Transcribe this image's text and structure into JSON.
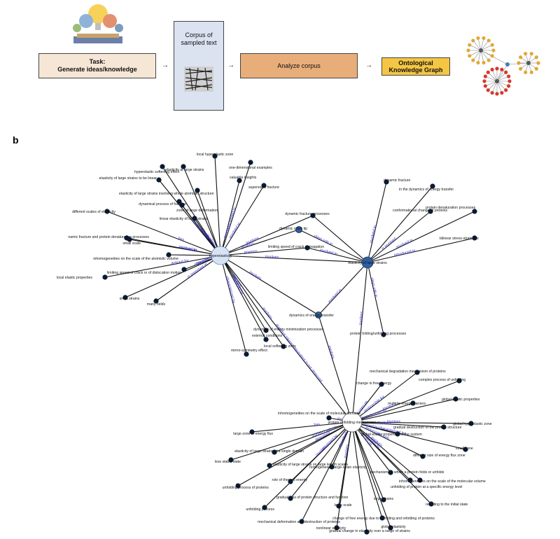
{
  "panel_a": {
    "task_line1": "Task:",
    "task_line2": "Generate ideas/knowledge",
    "corpus_line1": "Corpus of",
    "corpus_line2": "sampled text",
    "analyze": "Analyze corpus",
    "okg_line1": "Ontological",
    "okg_line2": "Knowledge Graph",
    "arrow": "→"
  },
  "panel_b_label": "b",
  "colors": {
    "hub": "#d6e3f5",
    "mid": "#2f5f9e",
    "node": "#0b1a33",
    "edge_label": "#3333cc"
  },
  "nodes": [
    {
      "id": "hyper",
      "label": "hyperelasticity",
      "kind": "hub-light"
    },
    {
      "id": "elas",
      "label": "elasticity of large strains",
      "kind": "hub-dark"
    },
    {
      "id": "pu",
      "label": "protein unfolding mechanisms",
      "kind": "hub-white"
    },
    {
      "id": "n1",
      "label": "local hyperelastic zone"
    },
    {
      "id": "n2",
      "label": "elasticity at large strains"
    },
    {
      "id": "n3",
      "label": "hyperelastic softening effect"
    },
    {
      "id": "n4",
      "label": "one-dimensional examples"
    },
    {
      "id": "n5",
      "label": "valuable insights"
    },
    {
      "id": "n6",
      "label": "elasticity of large strains to be linear"
    },
    {
      "id": "n7",
      "label": "supersonic fracture"
    },
    {
      "id": "n8",
      "label": "elasticity of large strains involving whole atomistic structure"
    },
    {
      "id": "n9",
      "label": "dynamical process of fracture"
    },
    {
      "id": "n10",
      "label": "zone of large deformation"
    },
    {
      "id": "n11",
      "label": "different scales of elasticity"
    },
    {
      "id": "n12",
      "label": "linear elasticity of large strains"
    },
    {
      "id": "n13",
      "label": "dynamic fracture processes"
    },
    {
      "id": "n14",
      "label": "dynamic crack tip"
    },
    {
      "id": "n15",
      "label": "namic fracture and protein denaturation processes"
    },
    {
      "id": "n16",
      "label": "small scale"
    },
    {
      "id": "n17",
      "label": "limiting speed of crack propagation"
    },
    {
      "id": "n18",
      "label": "inhomogeneities on the scale of the atomistic volume"
    },
    {
      "id": "n19",
      "label": "limiting speed of crack or of dislocation motion"
    },
    {
      "id": "n20",
      "label": "local elastic properties"
    },
    {
      "id": "n21",
      "label": "small strains"
    },
    {
      "id": "n22",
      "label": "many fields"
    },
    {
      "id": "n23",
      "label": "dynamic fracture"
    },
    {
      "id": "n24",
      "label": "in the dynamics of energy transfer"
    },
    {
      "id": "n25",
      "label": "conformational change of proteins"
    },
    {
      "id": "n26",
      "label": "protein denaturation processes"
    },
    {
      "id": "n27",
      "label": "bilinear stress-strain law"
    },
    {
      "id": "n28",
      "label": "dynamics of energy transfer"
    },
    {
      "id": "n29",
      "label": "dynamics of energy minimization processes"
    },
    {
      "id": "n30",
      "label": "external conditions"
    },
    {
      "id": "n31",
      "label": "local softening zone"
    },
    {
      "id": "n32",
      "label": "mirror-symmetry effect"
    },
    {
      "id": "n33",
      "label": "protein folding/unfolding processes"
    },
    {
      "id": "n34",
      "label": "mechanical degradation mechanism of proteins"
    },
    {
      "id": "n35",
      "label": "change in free energy"
    },
    {
      "id": "n36",
      "label": "complex process of unfolding"
    },
    {
      "id": "n37",
      "label": "multiple energy barriers"
    },
    {
      "id": "n38",
      "label": "global elastic properties"
    },
    {
      "id": "n39",
      "label": "gradual destruction of the protein structure"
    },
    {
      "id": "n40",
      "label": "global hyperelastic zone"
    },
    {
      "id": "n41",
      "label": "global elastic properties of the system"
    },
    {
      "id": "n42",
      "label": "inhomogeneities on the scale of molecular domains"
    },
    {
      "id": "n43",
      "label": "large zone of energy flux"
    },
    {
      "id": "n44",
      "label": "elasticity of large strains of a single domain"
    },
    {
      "id": "n45",
      "label": "less stable state"
    },
    {
      "id": "n46",
      "label": "elasticity of large strains on large length scales"
    },
    {
      "id": "n47",
      "label": "role of thermal energy"
    },
    {
      "id": "n48",
      "label": "unfolding process of proteins"
    },
    {
      "id": "n49",
      "label": "small zone"
    },
    {
      "id": "n50",
      "label": "different size of energy flux zone"
    },
    {
      "id": "n51",
      "label": "homogeneous large-strain elasticity"
    },
    {
      "id": "n52",
      "label": "mechanism by which a protein folds or unfolds"
    },
    {
      "id": "n53",
      "label": "inhomogeneities on the scale of the molecular volume"
    },
    {
      "id": "n54",
      "label": "unfolding of protein at a specific energy level"
    },
    {
      "id": "n55",
      "label": "gradual loss of protein structure and function"
    },
    {
      "id": "n56",
      "label": "unfolding process"
    },
    {
      "id": "n57",
      "label": "large scale"
    },
    {
      "id": "n58",
      "label": "large strains"
    },
    {
      "id": "n59",
      "label": "refolding to the initial state"
    },
    {
      "id": "n60",
      "label": "mechanical deformation and destruction of proteins"
    },
    {
      "id": "n61",
      "label": "change of free energy due to unfolding and refolding of proteins"
    },
    {
      "id": "n62",
      "label": "nonlinear elasticity"
    },
    {
      "id": "n63",
      "label": "global elasticity"
    },
    {
      "id": "n64",
      "label": "gradual change in elasticity over a range of strains"
    }
  ],
  "edge_labels": [
    {
      "text": "involves",
      "from": "hyper",
      "to": "elas"
    },
    {
      "text": "involves",
      "from": "hyper",
      "to": "n13"
    },
    {
      "text": "governs",
      "from": "hyper",
      "to": "n14"
    },
    {
      "text": "governs",
      "from": "hyper",
      "to": "n17"
    },
    {
      "text": "involved in",
      "from": "hyper",
      "to": "n9"
    },
    {
      "text": "occurs on",
      "from": "hyper",
      "to": "n16"
    },
    {
      "text": "involved in",
      "from": "hyper",
      "to": "n15"
    },
    {
      "text": "has",
      "from": "hyper",
      "to": "n11"
    },
    {
      "text": "characterized by",
      "from": "hyper",
      "to": "n19"
    },
    {
      "text": "governs",
      "from": "hyper",
      "to": "n19"
    },
    {
      "text": "defined for",
      "from": "hyper",
      "to": "n20"
    },
    {
      "text": "is important in",
      "from": "hyper",
      "to": "n22"
    },
    {
      "text": "assumed to be",
      "from": "hyper",
      "to": "n6"
    },
    {
      "text": "involved in",
      "from": "hyper",
      "to": "n12"
    },
    {
      "text": "has been limited to",
      "from": "hyper",
      "to": "n4"
    },
    {
      "text": "involved in",
      "from": "hyper",
      "to": "n7"
    },
    {
      "text": "involves",
      "from": "hyper",
      "to": "n28"
    },
    {
      "text": "characterized by",
      "from": "hyper",
      "to": "n32"
    },
    {
      "text": "influenced by",
      "from": "hyper",
      "to": "n30"
    },
    {
      "text": "involves",
      "from": "hyper",
      "to": "n29"
    },
    {
      "text": "involves",
      "from": "hyper",
      "to": "pu"
    },
    {
      "text": "does not take",
      "from": "hyper",
      "to": "pu"
    },
    {
      "text": "are equivalent to",
      "from": "hyper",
      "to": "pu"
    },
    {
      "text": "not observed",
      "from": "hyper",
      "to": "pu"
    },
    {
      "text": "plays role in",
      "from": "n14",
      "to": "elas"
    },
    {
      "text": "involved in",
      "from": "n17",
      "to": "elas"
    },
    {
      "text": "involved in",
      "from": "elas",
      "to": "n23"
    },
    {
      "text": "is involved",
      "from": "elas",
      "to": "n25"
    },
    {
      "text": "involved in",
      "from": "elas",
      "to": "n26"
    },
    {
      "text": "introduced in",
      "from": "elas",
      "to": "n27"
    },
    {
      "text": "involved in",
      "from": "n28",
      "to": "elas"
    },
    {
      "text": "plays role in",
      "from": "elas",
      "to": "n33"
    },
    {
      "text": "involves",
      "from": "elas",
      "to": "pu"
    },
    {
      "text": "involves",
      "from": "n28",
      "to": "pu"
    },
    {
      "text": "responsible for",
      "from": "pu",
      "to": "n34"
    },
    {
      "text": "focuses on",
      "from": "pu",
      "to": "n35"
    },
    {
      "text": "involves",
      "from": "pu",
      "to": "n36"
    },
    {
      "text": "characterized by",
      "from": "pu",
      "to": "n37"
    },
    {
      "text": "involves",
      "from": "pu",
      "to": "n39"
    },
    {
      "text": "involves",
      "from": "pu",
      "to": "n40"
    },
    {
      "text": "governed by",
      "from": "pu",
      "to": "n41"
    },
    {
      "text": "characterized by",
      "from": "pu",
      "to": "n49"
    },
    {
      "text": "involves",
      "from": "pu",
      "to": "n42"
    },
    {
      "text": "has",
      "from": "pu",
      "to": "n43"
    },
    {
      "text": "involve I refer to",
      "from": "pu",
      "to": "n44"
    },
    {
      "text": "described",
      "from": "pu",
      "to": "n46"
    },
    {
      "text": "associated with",
      "from": "pu",
      "to": "n50"
    },
    {
      "text": "occurs on",
      "from": "pu",
      "to": "n52"
    },
    {
      "text": "governed by",
      "from": "pu",
      "to": "n47"
    },
    {
      "text": "involves",
      "from": "pu",
      "to": "n53"
    },
    {
      "text": "described by",
      "from": "pu",
      "to": "n51"
    },
    {
      "text": "defined by",
      "from": "pu",
      "to": "n54"
    },
    {
      "text": "involve",
      "from": "pu",
      "to": "n56"
    },
    {
      "text": "involves",
      "from": "pu",
      "to": "n57"
    }
  ]
}
